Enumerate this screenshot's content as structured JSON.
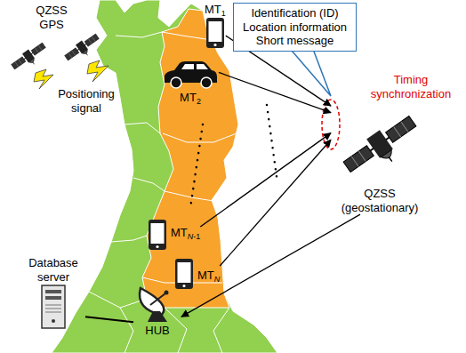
{
  "diagram": {
    "nodes": [
      {
        "text": [
          "Identification (ID)",
          "Location information",
          "Short message"
        ]
      },
      {
        "text": [
          "MT1"
        ]
      },
      {
        "text": [
          "MT2"
        ]
      },
      {
        "text": [
          "MTN-1"
        ]
      },
      {
        "text": [
          "MTN"
        ]
      },
      {
        "text": [
          "QZSS (geostationary)"
        ]
      },
      {
        "text": [
          "Database server"
        ]
      },
      {
        "text": [
          "HUB"
        ]
      }
    ],
    "edges": [
      {
        "from": 1,
        "to": 5,
        "arrow": "to"
      },
      {
        "from": 2,
        "to": 5,
        "arrow": "to"
      },
      {
        "from": 3,
        "to": 5,
        "arrow": "to"
      },
      {
        "from": 4,
        "to": 5,
        "arrow": "to"
      },
      {
        "from": 5,
        "to": 7,
        "arrow": "to"
      },
      {
        "from": 6,
        "to": 7,
        "arrow": "none"
      }
    ],
    "labels": [
      "QZSS",
      "GPS",
      "Positioning signal",
      "Timing synchronization"
    ]
  }
}
